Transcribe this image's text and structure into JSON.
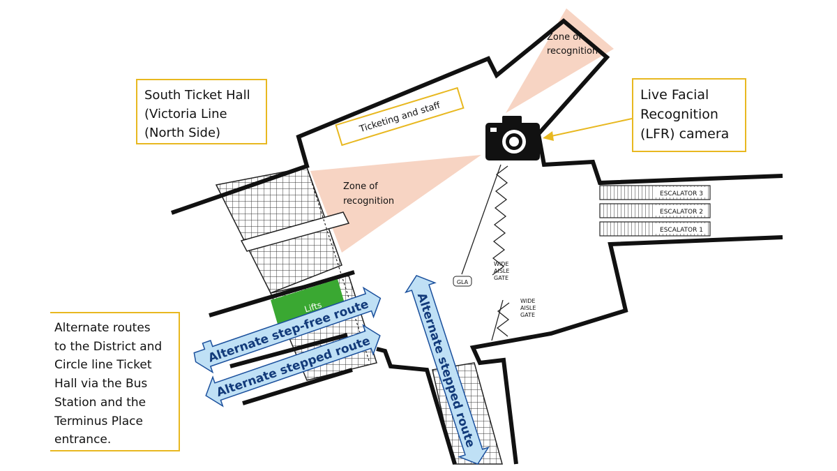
{
  "callouts": {
    "south_ticket_hall": [
      "South Ticket Hall",
      "(Victoria Line",
      "(North Side)"
    ],
    "lfr_camera": [
      "Live Facial",
      "Recognition",
      "(LFR) camera"
    ],
    "alternate_routes": [
      "Alternate routes",
      "to the District and",
      "Circle line Ticket",
      "Hall via the Bus",
      "Station and the",
      "Terminus Place",
      "entrance."
    ]
  },
  "map_labels": {
    "ticketing_staff": "Ticketing and staff",
    "zone_top": [
      "Zone of",
      "recognition"
    ],
    "zone_mid": [
      "Zone of",
      "recognition"
    ],
    "lifts": "Lifts",
    "escalator_3": "ESCALATOR 3",
    "escalator_2": "ESCALATOR 2",
    "escalator_1": "ESCALATOR 1",
    "gate_upper": [
      "WIDE",
      "AISLE",
      "GATE"
    ],
    "gate_lower": [
      "WIDE",
      "AISLE",
      "GATE"
    ],
    "gla": "GLA"
  },
  "routes": {
    "step_free": "Alternate step-free route",
    "stepped_left": "Alternate stepped route",
    "stepped_down": "Alternate stepped route"
  },
  "colors": {
    "callout_border": "#e8b820",
    "zone_fill": "#f6cdb8",
    "lifts_fill": "#3aa832",
    "route_arrow_fill": "#bfe0f5",
    "route_arrow_stroke": "#1a4f9c",
    "pointer_arrow": "#e8b820"
  },
  "icons": {
    "camera": "camera-icon"
  }
}
